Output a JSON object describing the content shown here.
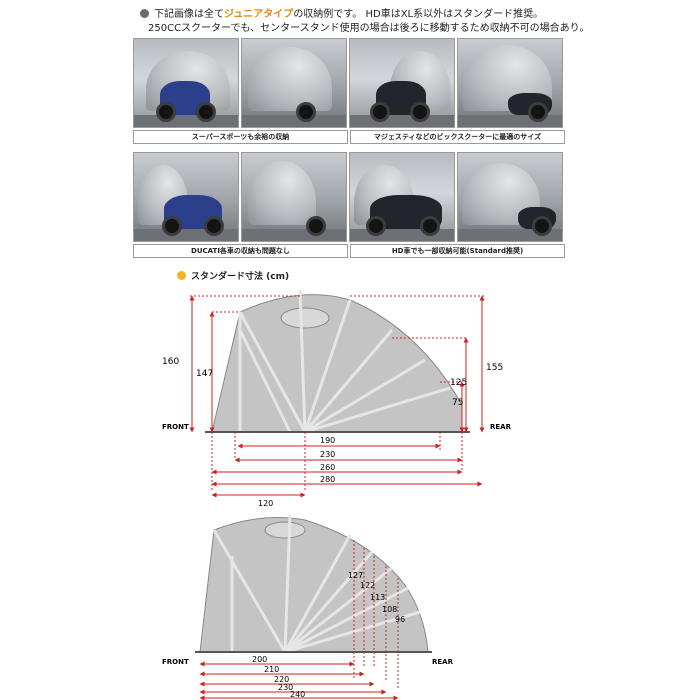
{
  "intro": {
    "line1_pre": "下記画像は全て",
    "line1_highlight": "ジュニアタイプ",
    "line1_post": "の収納例です。 HD車はXL系以外はスタンダード推奨。",
    "line2": "250CCスクーターでも、センタースタンド使用の場合は後ろに移動するため収納不可の場合あり。"
  },
  "captions": {
    "row1_left": "スーパースポーツも余裕の収納",
    "row1_right": "マジェスティなどのビックスクーターに最適のサイズ",
    "row2_left": "DUCATI各車の収納も問題なし",
    "row2_right": "HD車でも一部収納可能(Standard推奨)"
  },
  "dimensions_title": "スタンダード寸法 (cm)",
  "diagram_standard": {
    "front": "FRONT",
    "rear": "REAR",
    "heights": [
      "160",
      "147",
      "155",
      "125",
      "75"
    ],
    "lengths": [
      "190",
      "230",
      "260",
      "280",
      "120"
    ]
  },
  "diagram_junior": {
    "front": "FRONT",
    "rear": "REAR",
    "heights": [
      "127",
      "122",
      "113",
      "108",
      "96"
    ],
    "lengths": [
      "200",
      "210",
      "220",
      "230",
      "240"
    ]
  },
  "colors": {
    "highlight": "#e58a0f",
    "dimension_red": "#cc2222",
    "tent_gray": "#c4c4c4"
  }
}
